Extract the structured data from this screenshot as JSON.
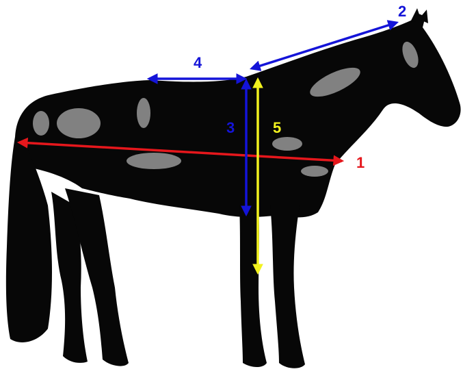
{
  "image": {
    "subject_icon": "horse-silhouette-icon",
    "background_color": "#ffffff",
    "silhouette_color": "#070707",
    "highlight_color": "#e6e6e6"
  },
  "measurements": [
    {
      "label": "1",
      "color": "#e5171c"
    },
    {
      "label": "2",
      "color": "#1414d8"
    },
    {
      "label": "3",
      "color": "#1414d8"
    },
    {
      "label": "4",
      "color": "#1414d8"
    },
    {
      "label": "5",
      "color": "#f2f21e"
    }
  ]
}
